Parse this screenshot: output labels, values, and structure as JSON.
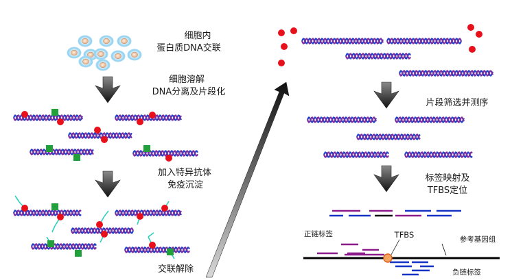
{
  "left_panel": {
    "step1_lines": [
      "细胞内",
      "蛋白质DNA交联"
    ],
    "step2_lines": [
      "细胞溶解",
      "DNA分离及片段化"
    ],
    "step3_lines": [
      "加入特异抗体",
      "免疫沉淀"
    ],
    "step4_label": "交联解除"
  },
  "right_panel": {
    "step5_label": "片段筛选并测序",
    "step6_lines": [
      "标签映射及",
      "TFBS定位"
    ],
    "forward_tags_label": "正链标签",
    "tfbs_label": "TFBS",
    "reference_genome_label": "参考基因组",
    "reverse_tags_label": "负链标签"
  },
  "colors": {
    "dna_strand_a": "#7b2fa0",
    "dna_strand_b": "#2741c9",
    "protein": "#e8101a",
    "antibody_square": "#22a13a",
    "antibody_arm": "#2ecfbf",
    "cell_outer": "#a9dcf4",
    "cell_nucleus": "#f2c6a3",
    "forward_tag": "#8b1a8b",
    "reverse_tag": "#1733c6",
    "genome": "#000000",
    "tfbs_marker": "#f4a460"
  }
}
